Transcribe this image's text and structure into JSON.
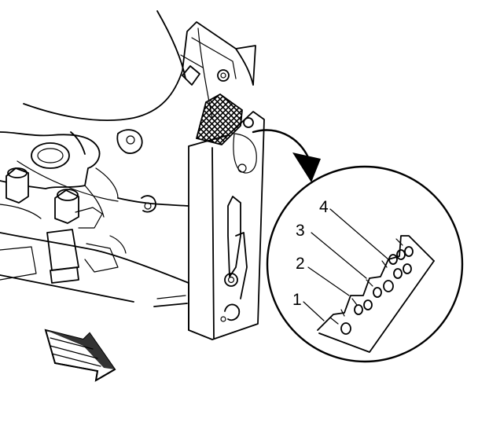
{
  "callouts": [
    {
      "label": "1"
    },
    {
      "label": "2"
    },
    {
      "label": "3"
    },
    {
      "label": "4"
    }
  ],
  "colors": {
    "line": "#000000",
    "background": "#ffffff"
  },
  "icons": {
    "direction_arrow": "front-direction-arrow-icon",
    "zoom_arrow": "zoom-arrow-icon"
  }
}
